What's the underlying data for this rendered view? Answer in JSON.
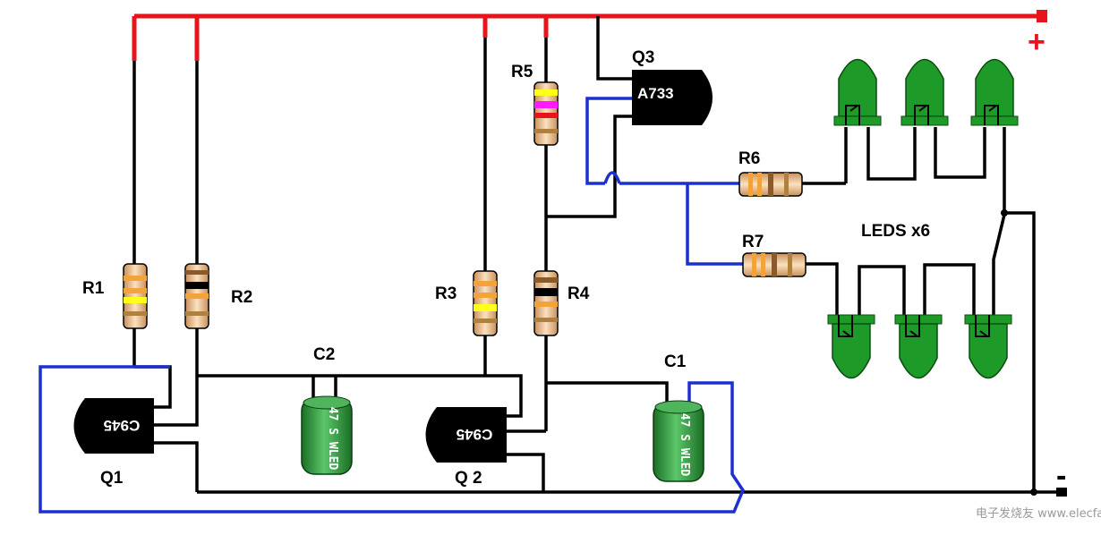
{
  "labels": {
    "r1": "R1",
    "r2": "R2",
    "r3": "R3",
    "r4": "R4",
    "r5": "R5",
    "r6": "R6",
    "r7": "R7",
    "c1": "C1",
    "c2": "C2",
    "q1": "Q1",
    "q2": "Q 2",
    "q3": "Q3",
    "q1_chip": "C945",
    "q2_chip": "C945",
    "q3_chip": "A733",
    "cap_marking": "47 S WLED",
    "leds": "LEDS x6",
    "plus": "+",
    "minus": "-"
  },
  "watermark": "电子发烧友 www.elecfans.com",
  "colors": {
    "positive_rail": "#e8141c",
    "wire": "#000000",
    "feedback_wire": "#1c2fd1",
    "led": "#1e9a28",
    "resistor_body": "#f2c79a",
    "capacitor_body": "#2e9a3a",
    "transistor_body": "#000000"
  }
}
